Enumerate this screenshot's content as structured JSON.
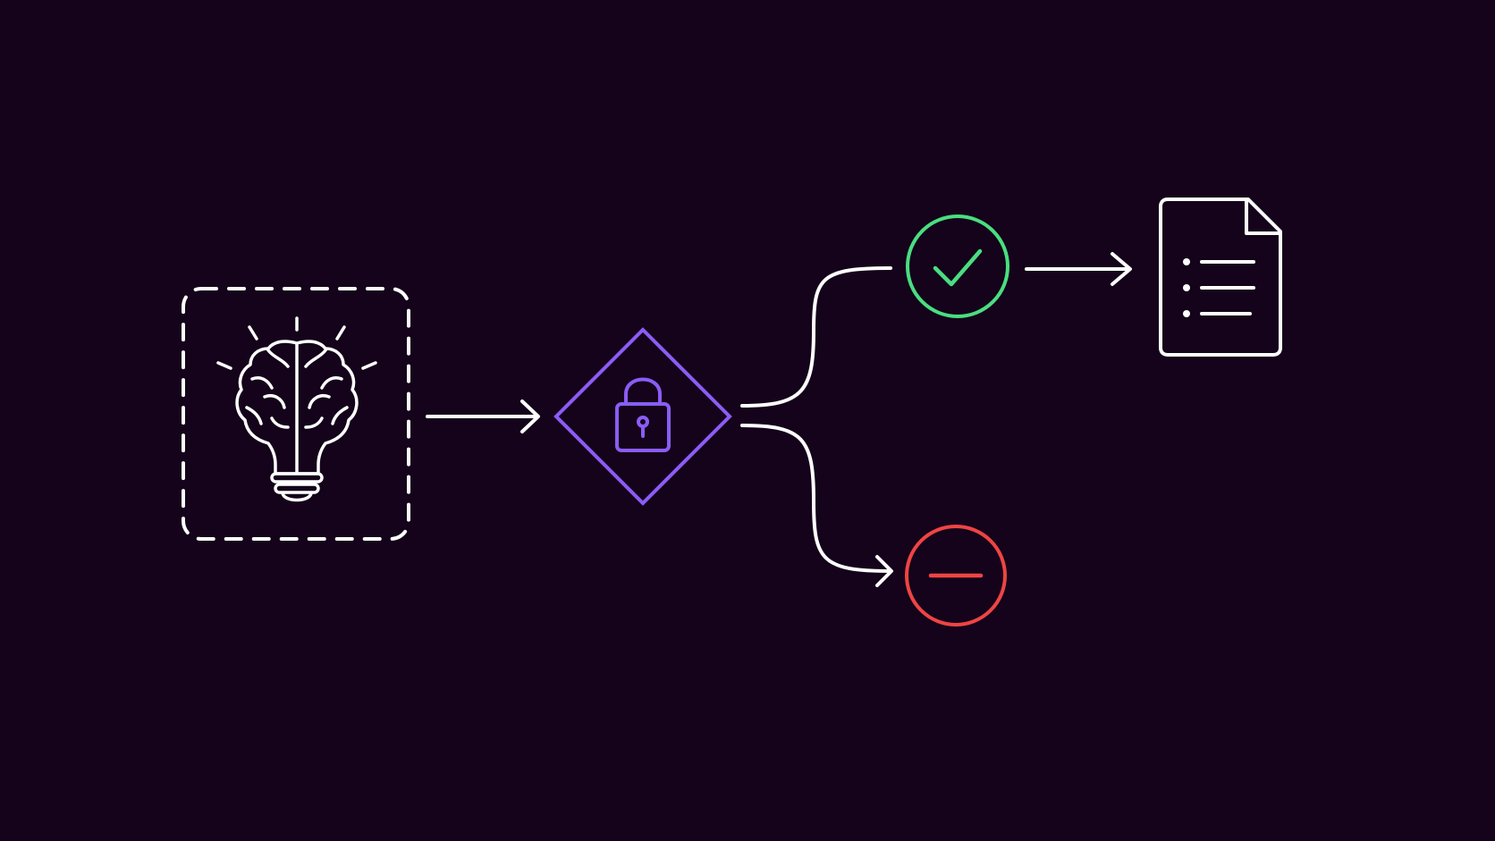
{
  "diagram": {
    "background": "#14031a",
    "colors": {
      "line": "#ffffff",
      "gate": "#8b5cf6",
      "approve": "#4ade80",
      "reject": "#ef4444"
    },
    "nodes": [
      {
        "id": "idea",
        "icon": "brain-lightbulb-icon",
        "frame": "dashed"
      },
      {
        "id": "gate",
        "icon": "padlock-icon",
        "frame": "diamond"
      },
      {
        "id": "approved",
        "icon": "checkmark-icon",
        "frame": "circle"
      },
      {
        "id": "rejected",
        "icon": "minus-icon",
        "frame": "circle"
      },
      {
        "id": "output",
        "icon": "document-list-icon",
        "frame": "page"
      }
    ],
    "edges": [
      {
        "from": "idea",
        "to": "gate",
        "arrow": true
      },
      {
        "from": "gate",
        "to": "approved",
        "arrow": false
      },
      {
        "from": "gate",
        "to": "rejected",
        "arrow": true
      },
      {
        "from": "approved",
        "to": "output",
        "arrow": true
      }
    ]
  }
}
